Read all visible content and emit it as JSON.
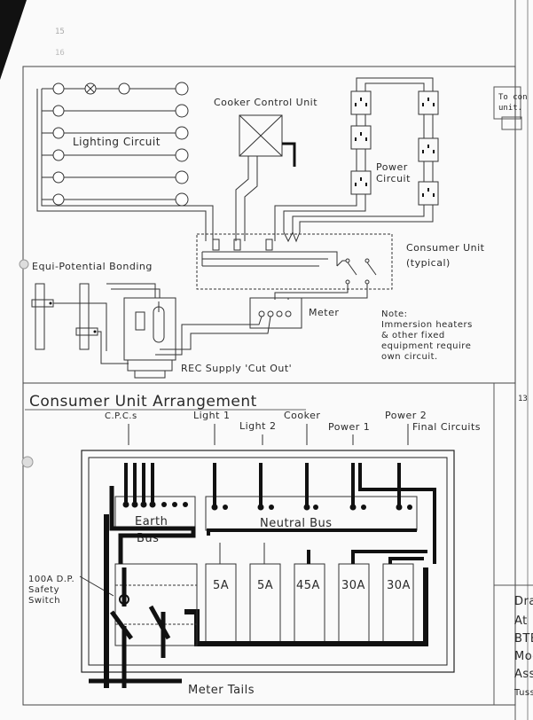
{
  "page_mark": "15",
  "page_mark2": "16",
  "right_margin": {
    "note_top": "To con",
    "note_top2": "unit.",
    "mid_mark": "13",
    "block": [
      "Dra",
      "At",
      "BTE",
      "Mod",
      "Ass",
      "Tuss"
    ]
  },
  "wiring_diagram": {
    "cooker_control_unit": "Cooker Control Unit",
    "lighting_circuit": "Lighting Circuit",
    "power_circuit_line1": "Power",
    "power_circuit_line2": "Circuit",
    "consumer_unit_line1": "Consumer Unit",
    "consumer_unit_line2": "(typical)",
    "equi_potential_bonding": "Equi-Potential Bonding",
    "meter": "Meter",
    "note_lines": [
      "Note:",
      "Immersion heaters",
      "& other fixed",
      "equipment require",
      "own circuit."
    ],
    "rec_supply": "REC Supply 'Cut Out'"
  },
  "arrangement": {
    "title": "Consumer Unit Arrangement",
    "labels": {
      "cpcs": "C.P.C.s",
      "light1": "Light 1",
      "cooker": "Cooker",
      "light2": "Light 2",
      "power1": "Power 1",
      "power2": "Power 2",
      "final_circuits": "Final Circuits"
    },
    "earth_bus_line1": "Earth",
    "earth_bus_line2": "Bus",
    "neutral_bus": "Neutral Bus",
    "switch_lines": [
      "100A D.P.",
      "Safety",
      "Switch"
    ],
    "fuses": [
      "5A",
      "5A",
      "45A",
      "30A",
      "30A"
    ],
    "meter_tails": "Meter Tails"
  }
}
